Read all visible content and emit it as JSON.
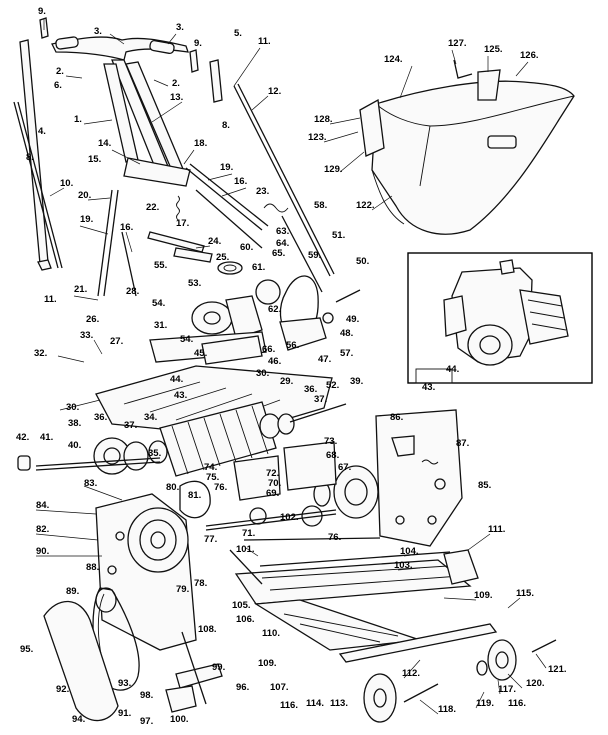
{
  "labels": {
    "n1": "1.",
    "n2a": "2.",
    "n2b": "2.",
    "n3a": "3.",
    "n3b": "3.",
    "n4": "4.",
    "n5": "5.",
    "n6": "6.",
    "n8a": "8.",
    "n8b": "8.",
    "n9a": "9.",
    "n9b": "9.",
    "n10": "10.",
    "n11a": "11.",
    "n11b": "11.",
    "n12": "12.",
    "n13": "13.",
    "n14": "14.",
    "n15": "15.",
    "n16a": "16.",
    "n16b": "16.",
    "n17": "17.",
    "n18": "18.",
    "n19a": "19.",
    "n19b": "19.",
    "n20": "20.",
    "n21": "21.",
    "n22": "22.",
    "n23": "23.",
    "n24": "24.",
    "n25": "25.",
    "n26": "26.",
    "n27": "27.",
    "n28": "28.",
    "n29": "29.",
    "n30a": "30.",
    "n30b": "30.",
    "n31": "31.",
    "n32": "32.",
    "n33": "33.",
    "n34": "34.",
    "n35": "35.",
    "n36a": "36.",
    "n36b": "36.",
    "n37a": "37.",
    "n37b": "37.",
    "n38": "38.",
    "n39": "39.",
    "n40": "40.",
    "n41": "41.",
    "n42": "42.",
    "n43a": "43.",
    "n43b": "43.",
    "n44a": "44.",
    "n44b": "44.",
    "n45": "45.",
    "n46": "46.",
    "n47": "47.",
    "n48": "48.",
    "n49": "49.",
    "n50": "50.",
    "n51": "51.",
    "n52": "52.",
    "n53": "53.",
    "n54a": "54.",
    "n54b": "54.",
    "n55": "55.",
    "n56": "56.",
    "n57": "57.",
    "n58": "58.",
    "n59": "59.",
    "n60": "60.",
    "n61": "61.",
    "n62": "62.",
    "n63": "63.",
    "n64": "64.",
    "n65": "65.",
    "n66": "66.",
    "n67": "67.",
    "n68": "68.",
    "n69": "69.",
    "n70": "70.",
    "n71": "71.",
    "n72": "72.",
    "n73": "73.",
    "n74": "74.",
    "n75": "75.",
    "n76": "76.",
    "n77": "77.",
    "n78": "78.",
    "n79": "79.",
    "n80": "80.",
    "n81": "81.",
    "n82": "82.",
    "n83": "83.",
    "n84": "84.",
    "n85": "85.",
    "n86": "86.",
    "n87": "87.",
    "n88": "88.",
    "n89": "89.",
    "n90": "90.",
    "n91": "91.",
    "n92": "92.",
    "n93": "93.",
    "n94": "94.",
    "n95": "95.",
    "n96": "96.",
    "n97": "97.",
    "n98": "98.",
    "n99": "99.",
    "n100": "100.",
    "n101": "101.",
    "n102": "102.",
    "n103": "103.",
    "n104": "104.",
    "n105": "105.",
    "n106": "106.",
    "n107": "107.",
    "n108": "108.",
    "n109a": "109.",
    "n109b": "109.",
    "n110": "110.",
    "n111": "111.",
    "n112": "112.",
    "n113": "113.",
    "n114": "114.",
    "n115": "115.",
    "n116a": "116.",
    "n116b": "116.",
    "n117": "117.",
    "n118": "118.",
    "n119": "119.",
    "n120": "120.",
    "n121": "121.",
    "n122": "122.",
    "n123": "123.",
    "n124": "124.",
    "n125": "125.",
    "n126": "126.",
    "n127": "127.",
    "n128": "128.",
    "n129": "129."
  }
}
